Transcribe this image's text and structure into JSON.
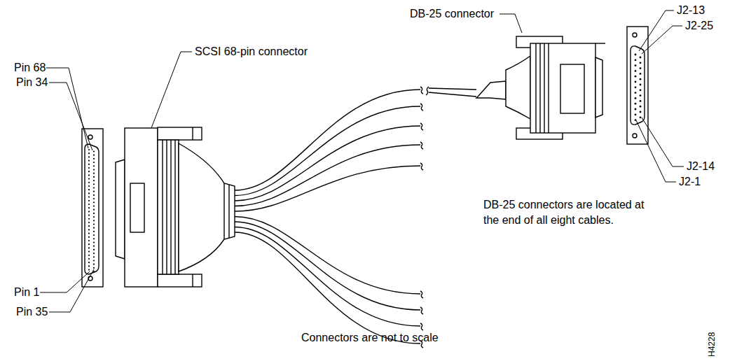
{
  "diagram": {
    "labels": [
      "Pin 68",
      "Pin 34",
      "Pin 1",
      "Pin 35",
      "SCSI 68-pin connector",
      "DB-25 connector",
      "J2-13",
      "J2-25",
      "J2-14",
      "J2-1",
      "DB-25 connectors are located at the end of all eight cables.",
      "Connectors are not to scale",
      "H4228"
    ]
  }
}
